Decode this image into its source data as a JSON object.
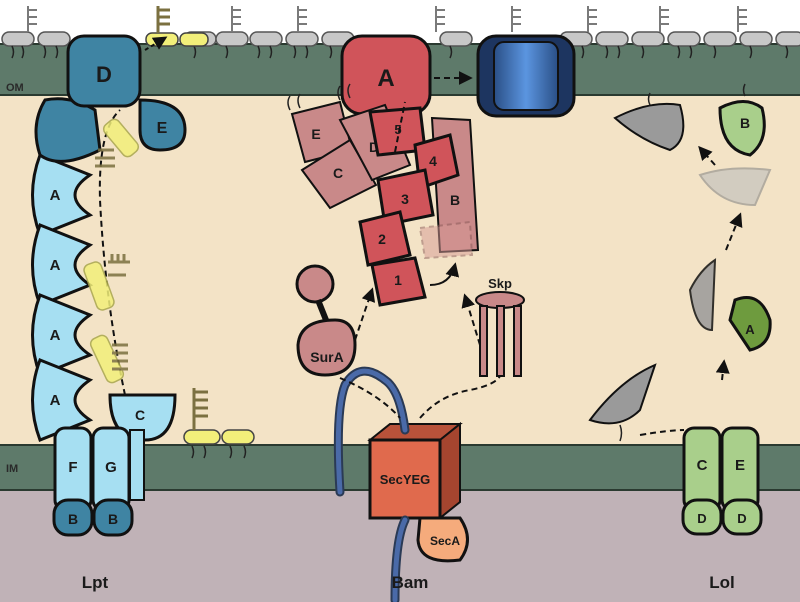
{
  "membranes": {
    "om_label": "OM",
    "im_label": "IM"
  },
  "lpt": {
    "title": "Lpt",
    "d": "D",
    "e": "E",
    "a1": "A",
    "a2": "A",
    "a3": "A",
    "a4": "A",
    "c": "C",
    "f": "F",
    "g": "G",
    "b1": "B",
    "b2": "B"
  },
  "bam": {
    "title": "Bam",
    "a": "A",
    "b": "B",
    "c": "C",
    "d": "D",
    "e": "E",
    "n1": "1",
    "n2": "2",
    "n3": "3",
    "n4": "4",
    "n5": "5",
    "sura": "SurA",
    "skp": "Skp",
    "secyeg": "SecYEG",
    "seca": "SecA"
  },
  "lol": {
    "title": "Lol",
    "a": "A",
    "b": "B",
    "c": "C",
    "e": "E",
    "d1": "D",
    "d2": "D"
  },
  "colors": {
    "periplasm": "#f3e3c6",
    "membrane": "#5e7a6a",
    "cytoplasm": "#c0b2b7",
    "lpt_dark": "#3f84a3",
    "lpt_light": "#a6dff2",
    "bam_red": "#d0545a",
    "bam_pink": "#c98989",
    "lol_green": "#a9cf8b",
    "lol_dark_green": "#6e9b3e",
    "secyeg": "#e06a4d",
    "seca": "#f5ab7c",
    "lipid_yellow": "#f2ef7a",
    "lps_olive": "#7b7040",
    "barrel_blue": "#4e84d3"
  }
}
